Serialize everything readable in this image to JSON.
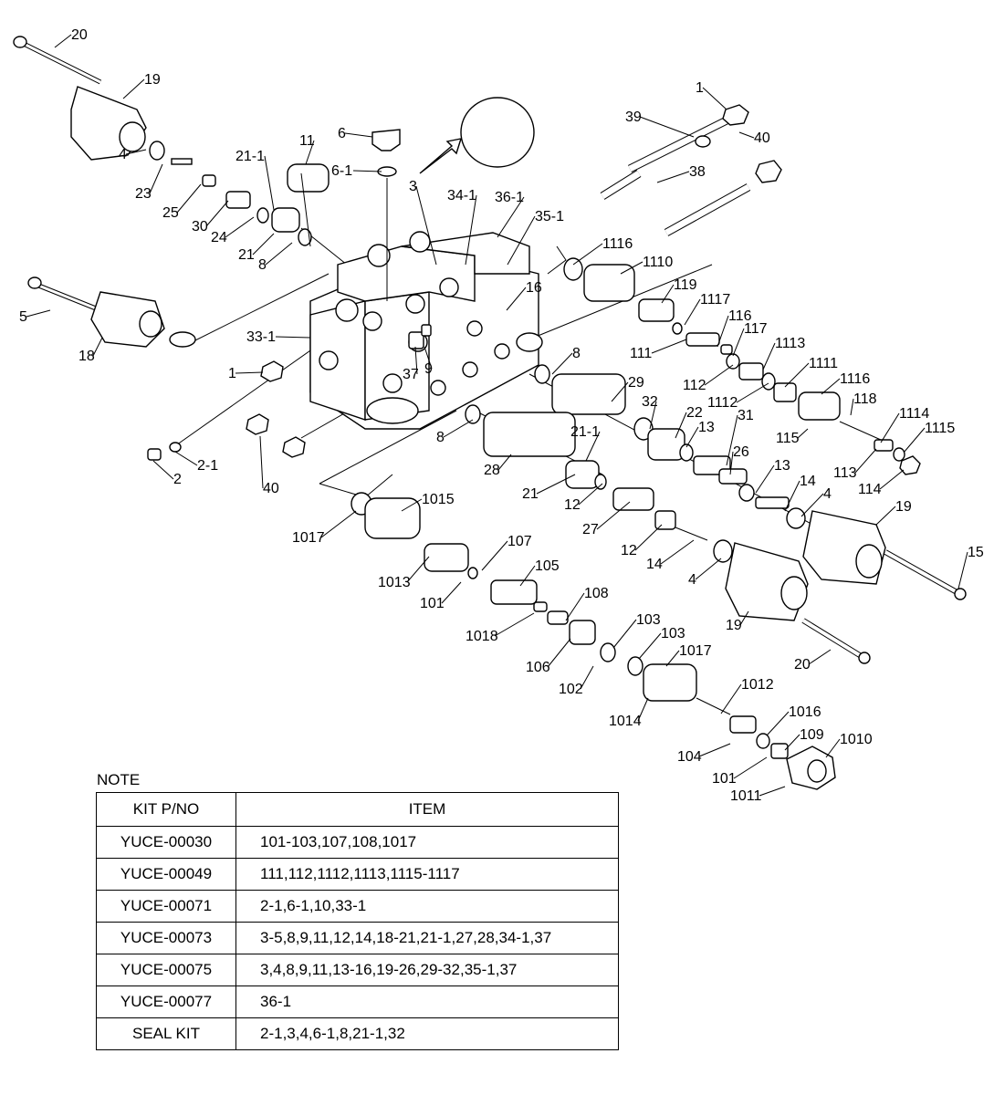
{
  "diagram": {
    "callouts": [
      "20",
      "19",
      "4",
      "23",
      "25",
      "30",
      "24",
      "21-1",
      "21",
      "8",
      "11",
      "6",
      "6-1",
      "3",
      "34-1",
      "36-1",
      "35-1",
      "16",
      "5",
      "18",
      "33-1",
      "1",
      "37",
      "9",
      "2",
      "2-1",
      "40",
      "1",
      "39",
      "40",
      "38",
      "1116",
      "1110",
      "119",
      "1117",
      "111",
      "116",
      "117",
      "1113",
      "112",
      "1112",
      "1111",
      "1116",
      "118",
      "1114",
      "1115",
      "113",
      "114",
      "115",
      "32",
      "22",
      "13",
      "31",
      "26",
      "13",
      "14",
      "4",
      "29",
      "8",
      "8",
      "28",
      "21-1",
      "21",
      "12",
      "27",
      "12",
      "14",
      "4",
      "19",
      "15",
      "19",
      "20",
      "1017",
      "1015",
      "1013",
      "107",
      "101",
      "105",
      "1018",
      "108",
      "106",
      "103",
      "103",
      "102",
      "1017",
      "1014",
      "1012",
      "1016",
      "104",
      "109",
      "101",
      "1010",
      "1011"
    ]
  },
  "note": {
    "label": "NOTE",
    "headers": {
      "kit": "KIT P/NO",
      "item": "ITEM"
    },
    "rows": [
      {
        "kit": "YUCE-00030",
        "item": "101-103,107,108,1017"
      },
      {
        "kit": "YUCE-00049",
        "item": "111,112,1112,1113,1115-1117"
      },
      {
        "kit": "YUCE-00071",
        "item": "2-1,6-1,10,33-1"
      },
      {
        "kit": "YUCE-00073",
        "item": "3-5,8,9,11,12,14,18-21,21-1,27,28,34-1,37"
      },
      {
        "kit": "YUCE-00075",
        "item": "3,4,8,9,11,13-16,19-26,29-32,35-1,37"
      },
      {
        "kit": "YUCE-00077",
        "item": "36-1"
      },
      {
        "kit": "SEAL KIT",
        "item": "2-1,3,4,6-1,8,21-1,32"
      }
    ]
  }
}
